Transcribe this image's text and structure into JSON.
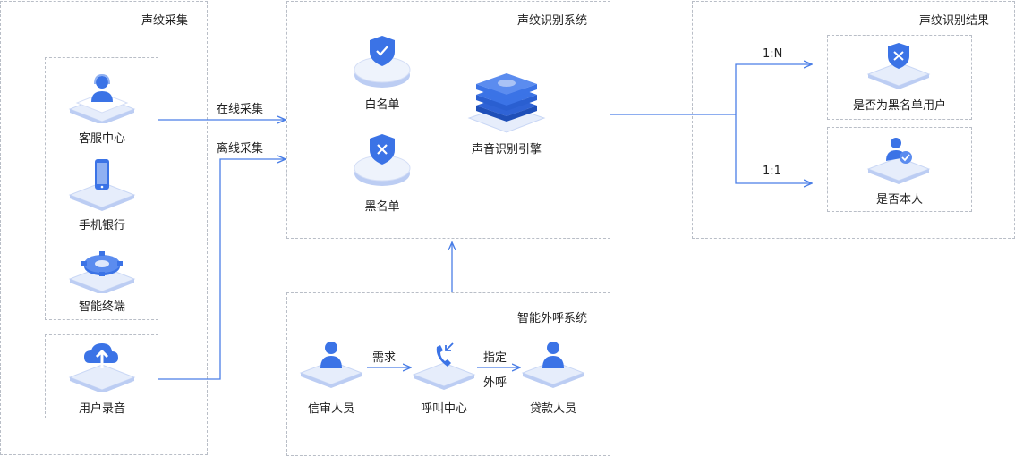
{
  "collection": {
    "title": "声纹采集",
    "items": {
      "customer_service": "客服中心",
      "mobile_bank": "手机银行",
      "smart_terminal": "智能终端",
      "user_recording": "用户录音"
    },
    "online_label": "在线采集",
    "offline_label": "离线采集"
  },
  "recognition": {
    "title": "声纹识别系统",
    "whitelist": "白名单",
    "blacklist": "黑名单",
    "engine": "声音识别引擎"
  },
  "result": {
    "title": "声纹识别结果",
    "is_blacklist_user": "是否为黑名单用户",
    "is_self": "是否本人",
    "mode_1n": "1:N",
    "mode_11": "1:1"
  },
  "outbound": {
    "title": "智能外呼系统",
    "credit_staff": "信审人员",
    "call_center": "呼叫中心",
    "loan_staff": "贷款人员",
    "demand_label": "需求",
    "designated_label_1": "指定",
    "designated_label_2": "外呼"
  },
  "colors": {
    "accent": "#3b73e6",
    "accent_light": "#8fb0f2",
    "line": "#4a7ee6",
    "border": "#b9bec7"
  }
}
